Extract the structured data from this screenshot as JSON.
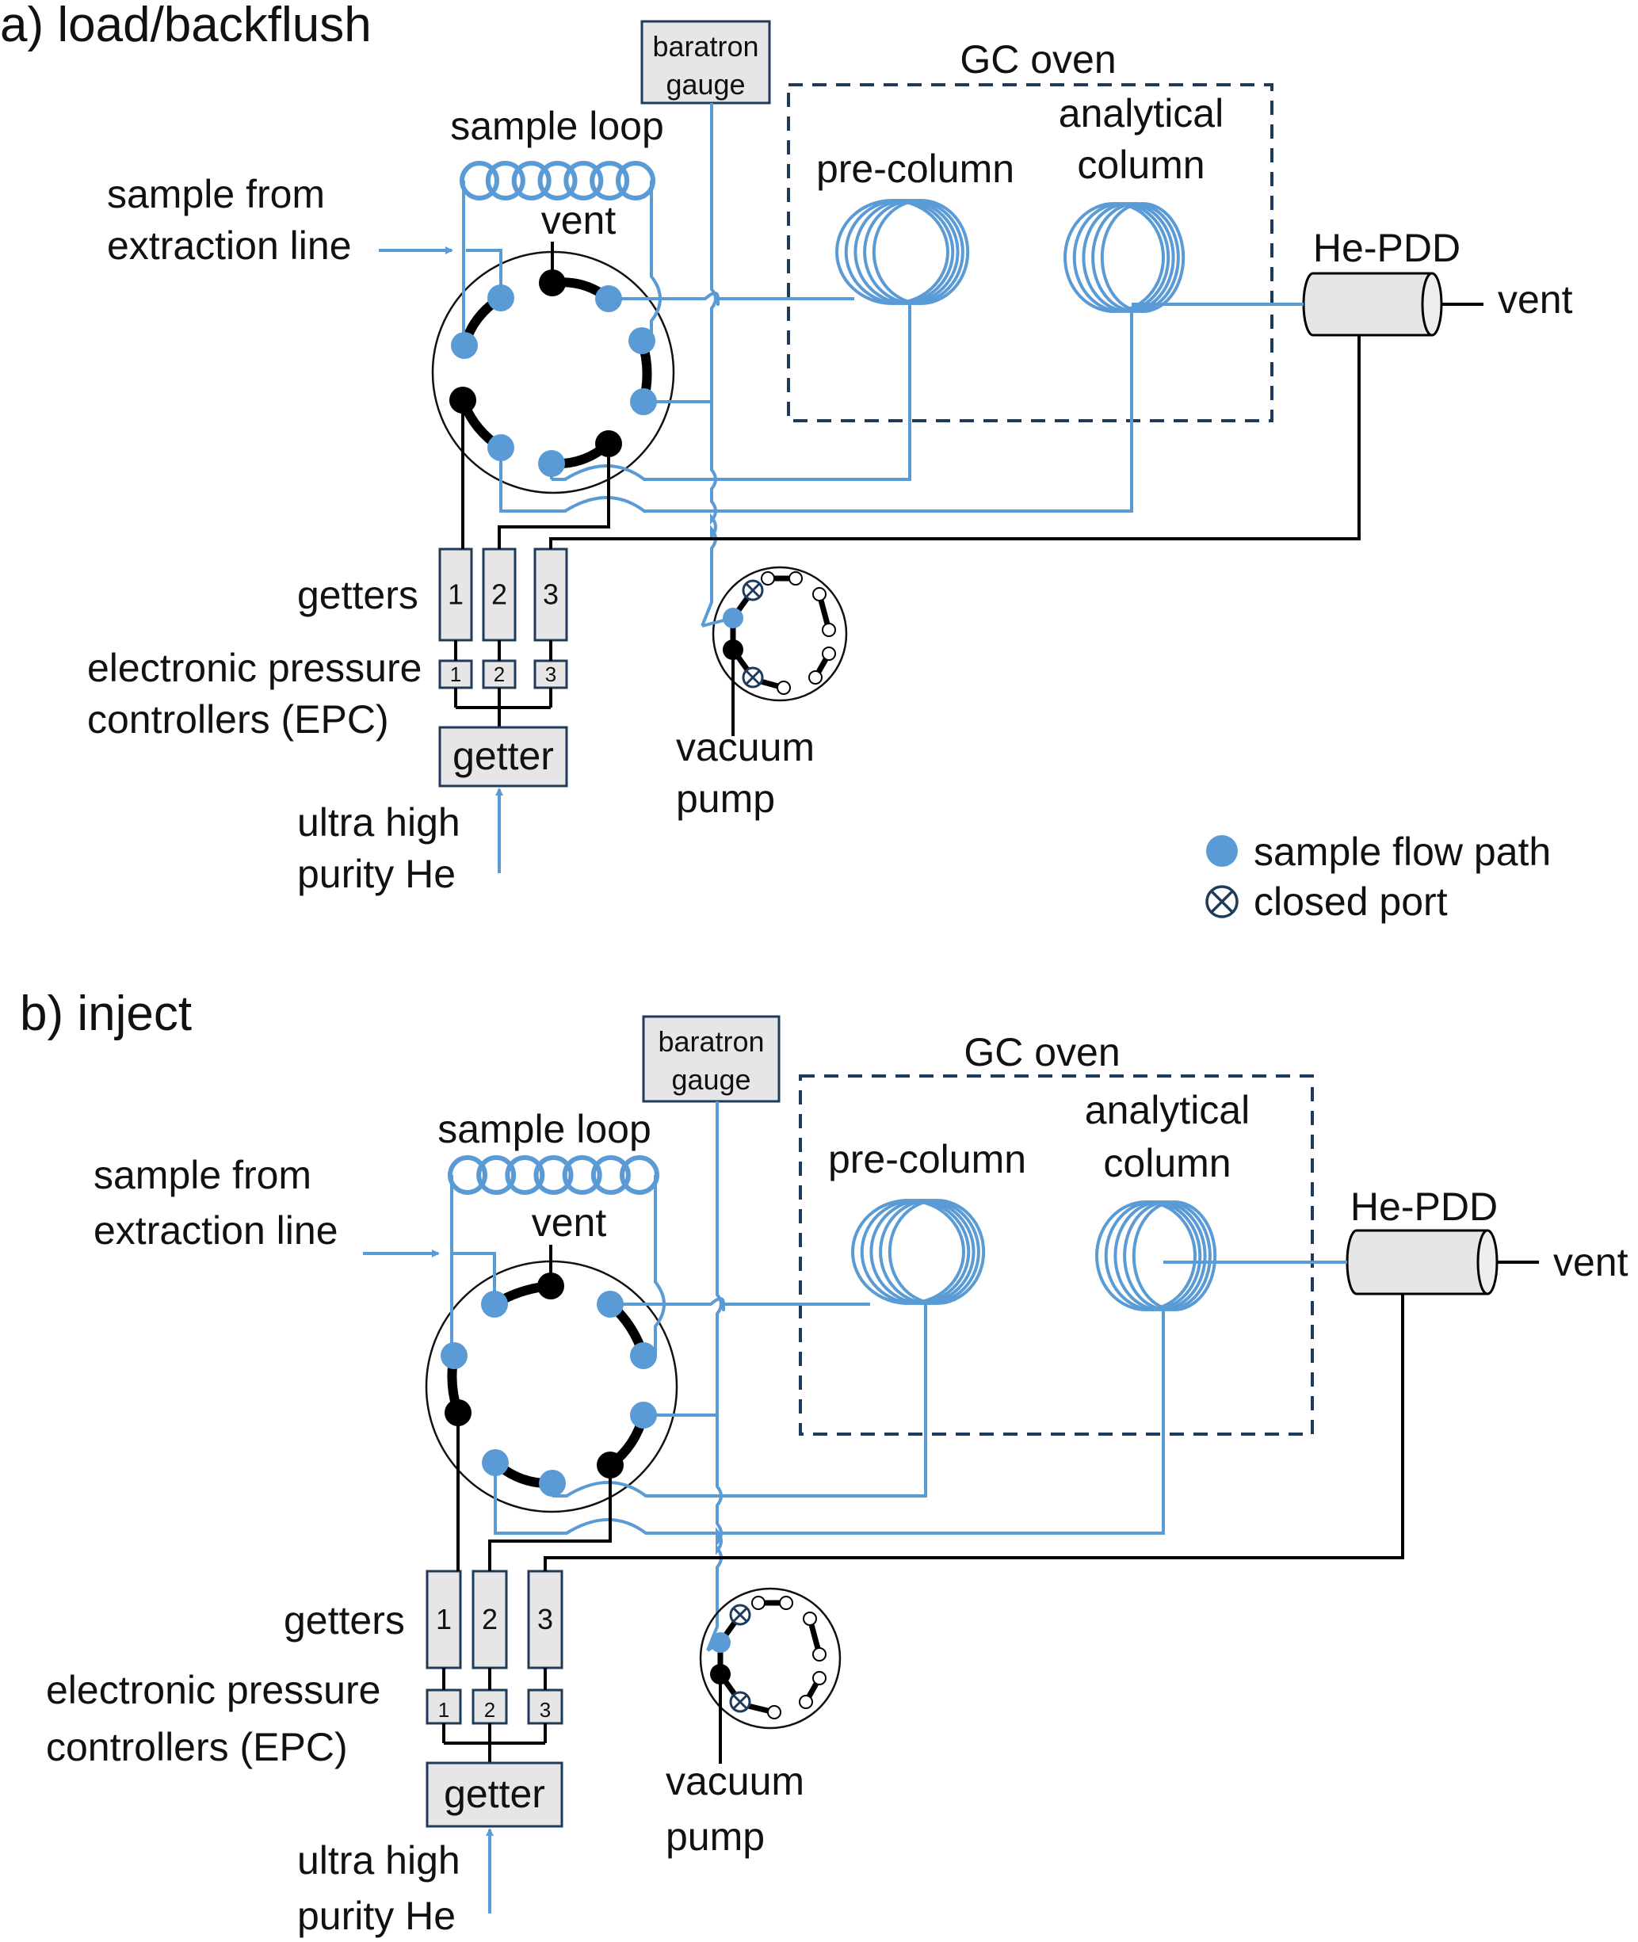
{
  "figure": {
    "colors": {
      "sample_flow": "#5b9bd5",
      "carrier_line": "#000000",
      "oven_border": "#1f3b5a",
      "box_fill": "#e6e6e6",
      "closed_port": "#1f3b5a"
    },
    "legend": {
      "items": [
        {
          "icon": "filled-circle-icon",
          "label": "sample flow path"
        },
        {
          "icon": "circled-x-icon",
          "label": "closed port"
        }
      ]
    },
    "panels": [
      {
        "id": "a",
        "title": "a) load/backflush",
        "labels": {
          "baratron_line1": "baratron",
          "baratron_line2": "gauge",
          "gc_oven": "GC oven",
          "sample_loop": "sample loop",
          "sample_from_line1": "sample from",
          "sample_from_line2": "extraction line",
          "valve_vent": "vent",
          "pre_column": "pre-column",
          "analytical_line1": "analytical",
          "analytical_line2": "column",
          "detector": "He-PDD",
          "detector_vent": "vent",
          "getters": "getters",
          "epc_line1": "electronic pressure",
          "epc_line2": "controllers (EPC)",
          "getter_main": "getter",
          "he_line1": "ultra high",
          "he_line2": "purity He",
          "pump_line1": "vacuum",
          "pump_line2": "pump",
          "getter_numbers": [
            "1",
            "2",
            "3"
          ],
          "epc_numbers": [
            "1",
            "2",
            "3"
          ]
        },
        "valve_state": "load/backflush"
      },
      {
        "id": "b",
        "title": "b) inject",
        "labels": {
          "baratron_line1": "baratron",
          "baratron_line2": "gauge",
          "gc_oven": "GC oven",
          "sample_loop": "sample loop",
          "sample_from_line1": "sample from",
          "sample_from_line2": "extraction line",
          "valve_vent": "vent",
          "pre_column": "pre-column",
          "analytical_line1": "analytical",
          "analytical_line2": "column",
          "detector": "He-PDD",
          "detector_vent": "vent",
          "getters": "getters",
          "epc_line1": "electronic pressure",
          "epc_line2": "controllers (EPC)",
          "getter_main": "getter",
          "he_line1": "ultra high",
          "he_line2": "purity He",
          "pump_line1": "vacuum",
          "pump_line2": "pump",
          "getter_numbers": [
            "1",
            "2",
            "3"
          ],
          "epc_numbers": [
            "1",
            "2",
            "3"
          ]
        },
        "valve_state": "inject"
      }
    ]
  }
}
